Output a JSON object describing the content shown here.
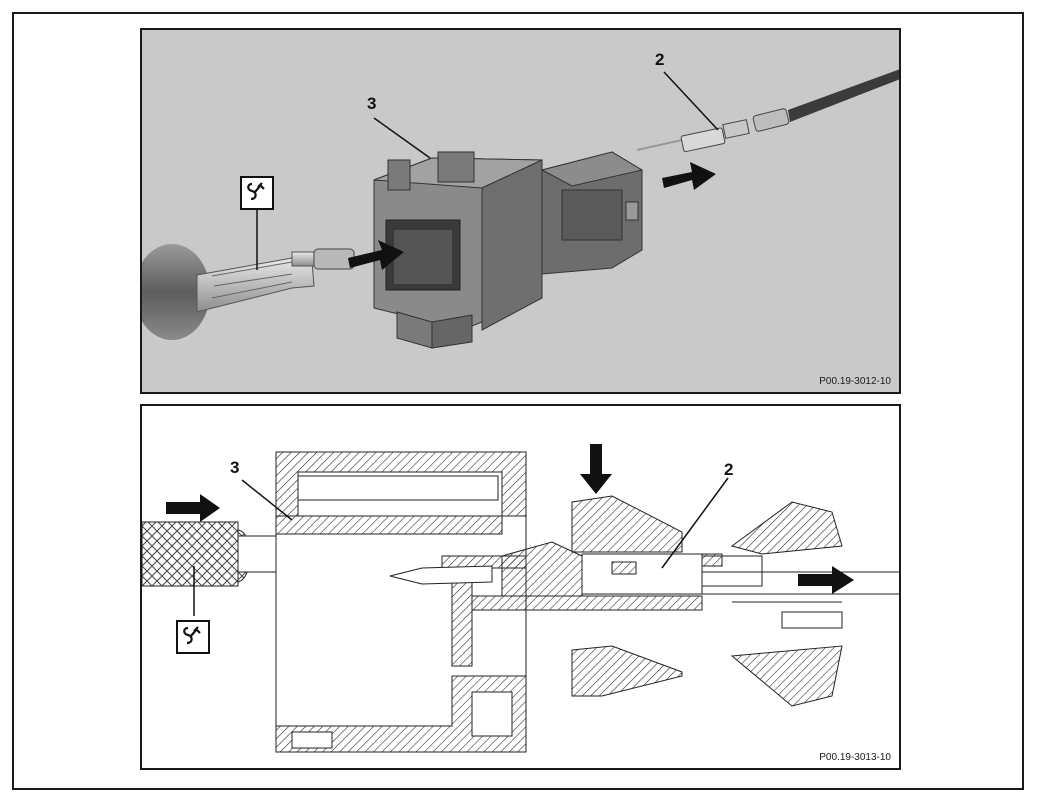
{
  "photo_panel": {
    "figure_id": "P00.19-3012-10",
    "callouts": {
      "connector_housing": "3",
      "contact": "2"
    }
  },
  "section_panel": {
    "figure_id": "P00.19-3013-10",
    "callouts": {
      "connector_housing": "3",
      "contact": "2"
    }
  },
  "icons": {
    "special_tool": "special-tool-symbol-icon",
    "arrows": "direction-arrow-icon"
  },
  "colors": {
    "photo_background": "#c9c9c9",
    "connector_gray": "#7a7a7a",
    "line": "#1a1a1a"
  }
}
